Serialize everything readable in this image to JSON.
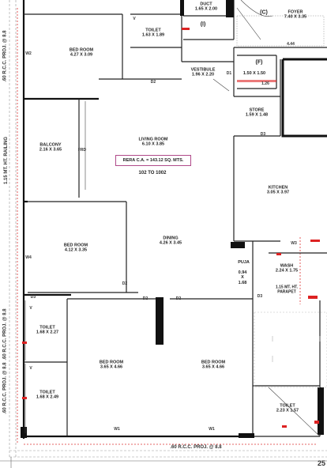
{
  "rooms": {
    "duct": {
      "name": "DUCT",
      "dim": "1.65 X 2.00"
    },
    "foyer": {
      "name": "FOYER",
      "dim": "7.40 X 3.35"
    },
    "toilet_top": {
      "name": "TOILET",
      "dim": "1.63 X 1.89"
    },
    "bedroom1": {
      "name": "BED ROOM",
      "dim": "4.27 X 3.09"
    },
    "vestibule": {
      "name": "VESTIBULE",
      "dim": "1.96 X 2.20"
    },
    "store": {
      "name": "STORE",
      "dim": "1.59 X 1.48"
    },
    "balcony": {
      "name": "BALCONY",
      "dim": "2.16 X 3.65"
    },
    "living": {
      "name": "LIVING ROOM",
      "dim": "6.10 X 3.85"
    },
    "kitchen": {
      "name": "KITCHEN",
      "dim": "3.05 X 3.97"
    },
    "bedroom2": {
      "name": "BED ROOM",
      "dim": "4.12 X 3.35"
    },
    "dining": {
      "name": "DINING",
      "dim": "4.26 X 3.45"
    },
    "puja": {
      "name": "PUJA",
      "dim": "0.94\nX\n1.68"
    },
    "wash": {
      "name": "WASH",
      "dim": "2.24 X 1.75"
    },
    "toilet_l1": {
      "name": "TOILET",
      "dim": "1.68 X 2.27"
    },
    "toilet_l2": {
      "name": "TOILET",
      "dim": "1.68 X 2.49"
    },
    "bedroom3": {
      "name": "BED ROOM",
      "dim": "3.65 X 4.66"
    },
    "bedroom4": {
      "name": "BED ROOM",
      "dim": "3.65 X 4.66"
    },
    "toilet_br": {
      "name": "TOILET",
      "dim": "2.23 X 1.57"
    },
    "small_f": {
      "dim": "1.50 X 1.50"
    }
  },
  "rera": "RERA C.A. = 143.12 SQ. MTS.",
  "unit_range": "102 TO 1002",
  "circle_labels": {
    "i": "(I)",
    "c": "(C)",
    "f": "(F)"
  },
  "small_dims": {
    "width_444": "4.44",
    "f_126": "1.26"
  },
  "projections": {
    "bottom": ".60 R.C.C. PROJ. @ 8.8",
    "left_top": ".60 R.C.C. PROJ. @ 8.8",
    "left_bottom": ".60 R.C.C. PROJ. @ 8.8",
    "railing": "1.15 MT. HT. RAILING",
    "parapet": "1.15 MT. HT.\nPARAPET"
  },
  "door_tags": {
    "d2": "D2",
    "d1": "D1",
    "d3": "D3",
    "w1": "W1",
    "w2": "W2",
    "w3": "W3",
    "w4": "W4",
    "fwd": "FRD",
    "v": "V"
  },
  "edge_number": "25"
}
